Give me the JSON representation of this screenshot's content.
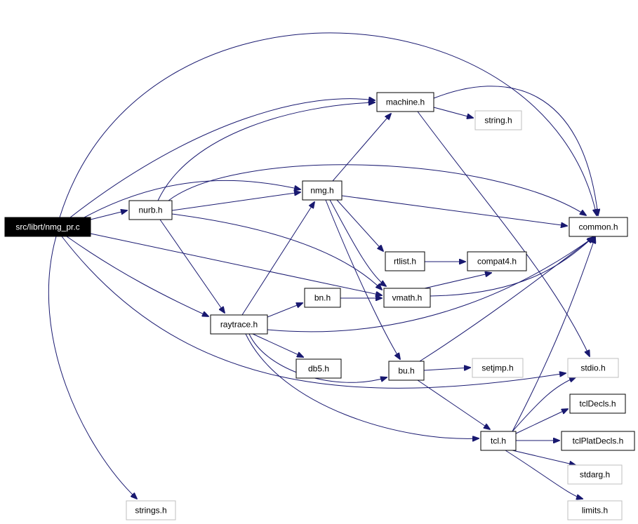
{
  "nodes": [
    {
      "id": "root",
      "label": "src/librt/nmg_pr.c",
      "kind": "root"
    },
    {
      "id": "machine",
      "label": "machine.h",
      "kind": "documented"
    },
    {
      "id": "string",
      "label": "string.h",
      "kind": "system"
    },
    {
      "id": "nmg",
      "label": "nmg.h",
      "kind": "documented"
    },
    {
      "id": "nurb",
      "label": "nurb.h",
      "kind": "documented"
    },
    {
      "id": "common",
      "label": "common.h",
      "kind": "documented"
    },
    {
      "id": "rtlist",
      "label": "rtlist.h",
      "kind": "documented"
    },
    {
      "id": "compat4",
      "label": "compat4.h",
      "kind": "documented"
    },
    {
      "id": "bn",
      "label": "bn.h",
      "kind": "documented"
    },
    {
      "id": "vmath",
      "label": "vmath.h",
      "kind": "documented"
    },
    {
      "id": "raytrace",
      "label": "raytrace.h",
      "kind": "documented"
    },
    {
      "id": "db5",
      "label": "db5.h",
      "kind": "documented"
    },
    {
      "id": "bu",
      "label": "bu.h",
      "kind": "documented"
    },
    {
      "id": "setjmp",
      "label": "setjmp.h",
      "kind": "system"
    },
    {
      "id": "stdio",
      "label": "stdio.h",
      "kind": "system"
    },
    {
      "id": "tclDecls",
      "label": "tclDecls.h",
      "kind": "documented"
    },
    {
      "id": "tcl",
      "label": "tcl.h",
      "kind": "documented"
    },
    {
      "id": "tclPlatDecls",
      "label": "tclPlatDecls.h",
      "kind": "documented"
    },
    {
      "id": "stdarg",
      "label": "stdarg.h",
      "kind": "system"
    },
    {
      "id": "limits",
      "label": "limits.h",
      "kind": "system"
    },
    {
      "id": "strings",
      "label": "strings.h",
      "kind": "system"
    }
  ],
  "edges": [
    [
      "root",
      "common"
    ],
    [
      "root",
      "machine"
    ],
    [
      "root",
      "nmg"
    ],
    [
      "root",
      "nurb"
    ],
    [
      "root",
      "vmath"
    ],
    [
      "root",
      "raytrace"
    ],
    [
      "root",
      "stdio"
    ],
    [
      "root",
      "strings"
    ],
    [
      "machine",
      "string"
    ],
    [
      "machine",
      "common"
    ],
    [
      "machine",
      "stdio"
    ],
    [
      "nurb",
      "machine"
    ],
    [
      "nurb",
      "nmg"
    ],
    [
      "nurb",
      "common"
    ],
    [
      "nurb",
      "vmath"
    ],
    [
      "nurb",
      "raytrace"
    ],
    [
      "nmg",
      "machine"
    ],
    [
      "nmg",
      "common"
    ],
    [
      "nmg",
      "rtlist"
    ],
    [
      "nmg",
      "vmath"
    ],
    [
      "nmg",
      "bu"
    ],
    [
      "rtlist",
      "compat4"
    ],
    [
      "bn",
      "vmath"
    ],
    [
      "vmath",
      "compat4"
    ],
    [
      "vmath",
      "common"
    ],
    [
      "raytrace",
      "nmg"
    ],
    [
      "raytrace",
      "bn"
    ],
    [
      "raytrace",
      "db5"
    ],
    [
      "raytrace",
      "bu"
    ],
    [
      "raytrace",
      "common"
    ],
    [
      "raytrace",
      "tcl"
    ],
    [
      "bu",
      "setjmp"
    ],
    [
      "bu",
      "common"
    ],
    [
      "bu",
      "tcl"
    ],
    [
      "tcl",
      "stdio"
    ],
    [
      "tcl",
      "tclDecls"
    ],
    [
      "tcl",
      "tclPlatDecls"
    ],
    [
      "tcl",
      "stdarg"
    ],
    [
      "tcl",
      "limits"
    ],
    [
      "tcl",
      "common"
    ]
  ],
  "colors": {
    "edge": "#191970",
    "node_border": "#000000",
    "system_border": "#bfbfbf",
    "root_fill": "#000000",
    "root_text": "#ffffff"
  }
}
